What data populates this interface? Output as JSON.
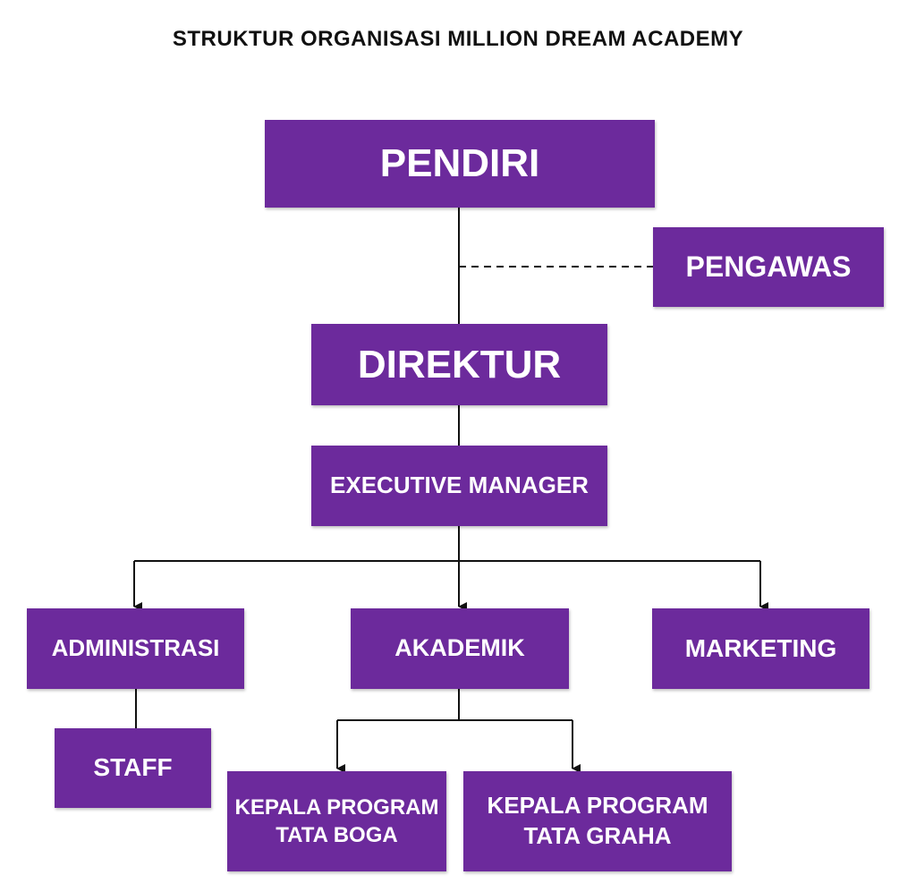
{
  "title": "STRUKTUR ORGANISASI MILLION DREAM ACADEMY",
  "colors": {
    "box_fill": "#6c2a9c",
    "box_text": "#ffffff",
    "line": "#111111"
  },
  "nodes": {
    "pendiri": "PENDIRI",
    "pengawas": "PENGAWAS",
    "direktur": "DIREKTUR",
    "executive_manager": "EXECUTIVE MANAGER",
    "administrasi": "ADMINISTRASI",
    "akademik": "AKADEMIK",
    "marketing": "MARKETING",
    "staff": "STAFF",
    "kepala_tata_boga": [
      "KEPALA PROGRAM",
      "TATA BOGA"
    ],
    "kepala_tata_graha": [
      "KEPALA PROGRAM",
      "TATA GRAHA"
    ]
  },
  "edges": [
    {
      "from": "pendiri",
      "to": "direktur",
      "style": "solid"
    },
    {
      "from": "pengawas",
      "to": "pendiri-direktur-line",
      "style": "dashed"
    },
    {
      "from": "direktur",
      "to": "executive_manager",
      "style": "solid"
    },
    {
      "from": "executive_manager",
      "to": "administrasi",
      "style": "arrow"
    },
    {
      "from": "executive_manager",
      "to": "akademik",
      "style": "arrow"
    },
    {
      "from": "executive_manager",
      "to": "marketing",
      "style": "arrow"
    },
    {
      "from": "administrasi",
      "to": "staff",
      "style": "solid"
    },
    {
      "from": "akademik",
      "to": "kepala_tata_boga",
      "style": "arrow"
    },
    {
      "from": "akademik",
      "to": "kepala_tata_graha",
      "style": "arrow"
    }
  ]
}
